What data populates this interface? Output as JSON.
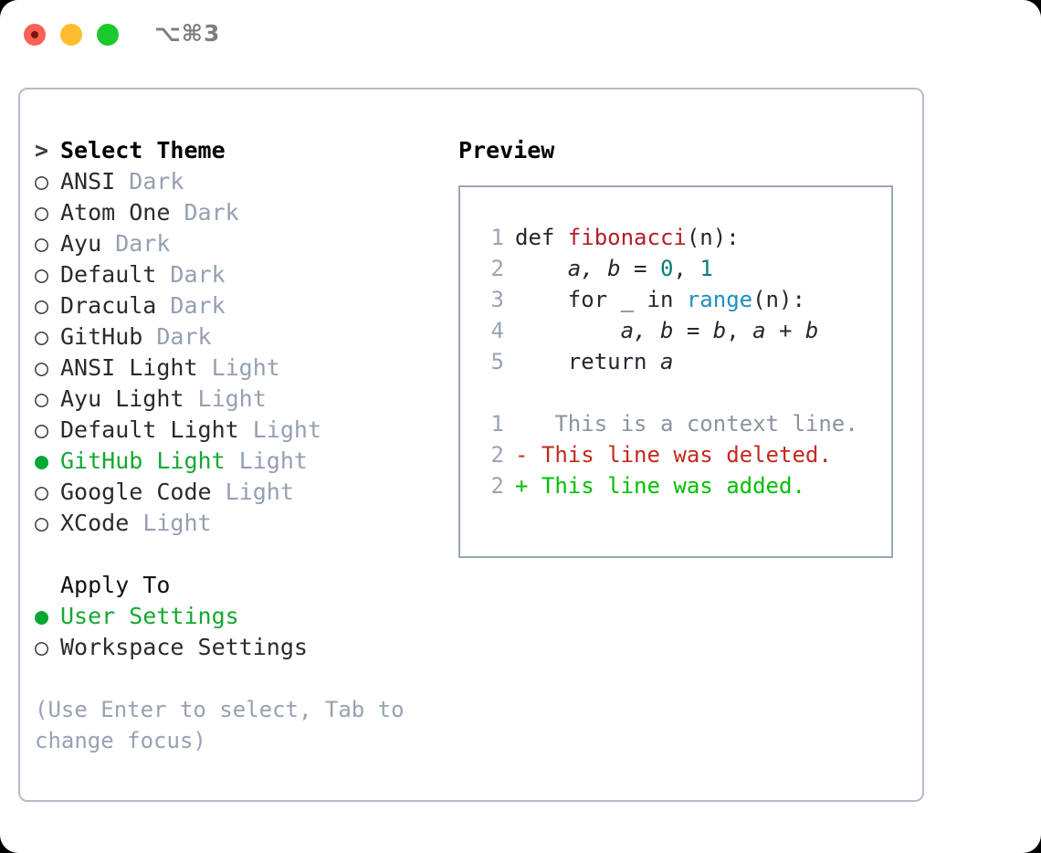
{
  "titlebar": {
    "shortcut": "⌥⌘3",
    "buttons": {
      "close": "close",
      "minimize": "minimize",
      "maximize": "maximize"
    }
  },
  "colors": {
    "accent_green": "#16a832",
    "marker_green": "#00a832",
    "badge_gray": "#95a0b1",
    "hint_gray": "#97a2b2",
    "panel_border": "#b3bcc9",
    "preview_border": "#9aa6b6",
    "code_fn_red": "#b31d28",
    "code_num_teal": "#0a7b7b",
    "code_builtin_blue": "#1f8fbf",
    "diff_del_red": "#c22a1e",
    "diff_add_green": "#00c000",
    "linenum_gray": "#99a3b0"
  },
  "left": {
    "header": {
      "prompt": "> ",
      "label": "Select Theme"
    },
    "markers": {
      "unselected": "○",
      "selected": "●"
    },
    "themes": [
      {
        "marker": "○",
        "name": "ANSI",
        "badge": "Dark",
        "selected": false
      },
      {
        "marker": "○",
        "name": "Atom One",
        "badge": "Dark",
        "selected": false
      },
      {
        "marker": "○",
        "name": "Ayu",
        "badge": "Dark",
        "selected": false
      },
      {
        "marker": "○",
        "name": "Default",
        "badge": "Dark",
        "selected": false
      },
      {
        "marker": "○",
        "name": "Dracula",
        "badge": "Dark",
        "selected": false
      },
      {
        "marker": "○",
        "name": "GitHub",
        "badge": "Dark",
        "selected": false
      },
      {
        "marker": "○",
        "name": "ANSI Light",
        "badge": "Light",
        "selected": false
      },
      {
        "marker": "○",
        "name": "Ayu Light",
        "badge": "Light",
        "selected": false
      },
      {
        "marker": "○",
        "name": "Default Light",
        "badge": "Light",
        "selected": false
      },
      {
        "marker": "●",
        "name": "GitHub Light",
        "badge": "Light",
        "selected": true
      },
      {
        "marker": "○",
        "name": "Google Code",
        "badge": "Light",
        "selected": false
      },
      {
        "marker": "○",
        "name": "XCode",
        "badge": "Light",
        "selected": false
      }
    ],
    "apply_to": {
      "title": "Apply To",
      "options": [
        {
          "marker": "●",
          "label": "User Settings",
          "selected": true
        },
        {
          "marker": "○",
          "label": "Workspace Settings",
          "selected": false
        }
      ]
    },
    "hint": "(Use Enter to select, Tab to change focus)"
  },
  "right": {
    "title": "Preview",
    "code_lines": [
      {
        "n": "1",
        "tokens": [
          {
            "t": "def ",
            "c": "kw"
          },
          {
            "t": "fibonacci",
            "c": "fn"
          },
          {
            "t": "(n):",
            "c": "punct"
          }
        ]
      },
      {
        "n": "2",
        "tokens": [
          {
            "t": "    ",
            "c": "punct"
          },
          {
            "t": "a, b",
            "c": "var"
          },
          {
            "t": " = ",
            "c": "punct"
          },
          {
            "t": "0",
            "c": "num"
          },
          {
            "t": ", ",
            "c": "punct"
          },
          {
            "t": "1",
            "c": "num"
          }
        ]
      },
      {
        "n": "3",
        "tokens": [
          {
            "t": "    for _ in ",
            "c": "kw"
          },
          {
            "t": "range",
            "c": "builtin"
          },
          {
            "t": "(n):",
            "c": "punct"
          }
        ]
      },
      {
        "n": "4",
        "tokens": [
          {
            "t": "        ",
            "c": "punct"
          },
          {
            "t": "a, b",
            "c": "var"
          },
          {
            "t": " = ",
            "c": "punct"
          },
          {
            "t": "b",
            "c": "var"
          },
          {
            "t": ", ",
            "c": "punct"
          },
          {
            "t": "a",
            "c": "var"
          },
          {
            "t": " + ",
            "c": "punct"
          },
          {
            "t": "b",
            "c": "var"
          }
        ]
      },
      {
        "n": "5",
        "tokens": [
          {
            "t": "    return ",
            "c": "kw"
          },
          {
            "t": "a",
            "c": "var"
          }
        ]
      }
    ],
    "diff_lines": [
      {
        "n": "1",
        "sign": " ",
        "text": "  This is a context line.",
        "kind": "diff-ctx"
      },
      {
        "n": "2",
        "sign": "-",
        "text": " This line was deleted.",
        "kind": "diff-del"
      },
      {
        "n": "2",
        "sign": "+",
        "text": " This line was added.",
        "kind": "diff-add"
      }
    ]
  }
}
